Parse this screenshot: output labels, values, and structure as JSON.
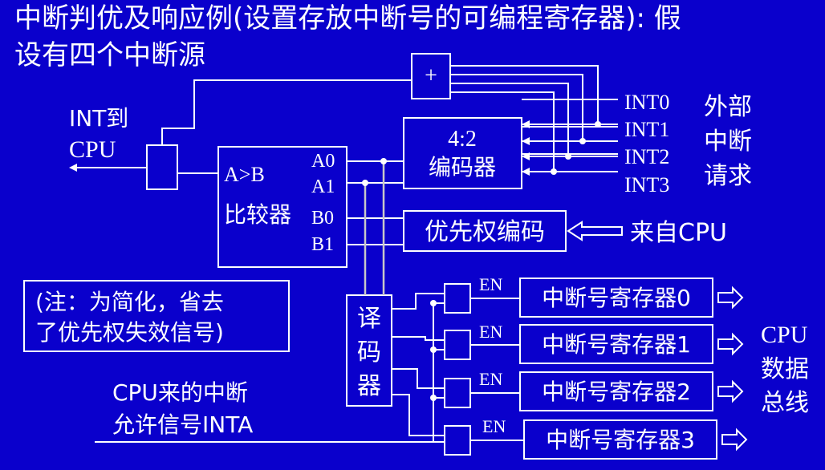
{
  "slide": {
    "title_line1": "中断判优及响应例(设置存放中断号的可编程寄存器): 假",
    "title_line2": "设有四个中断源",
    "background_color": "#0a00cc",
    "foreground_color": "#ffffff"
  },
  "diagram": {
    "or_gate": {
      "symbol": "+"
    },
    "int_to_cpu": {
      "line1": "INT到",
      "line2": "CPU"
    },
    "comparator": {
      "label1": "A>B",
      "label2": "比较器",
      "pin_a0": "A0",
      "pin_a1": "A1",
      "pin_b0": "B0",
      "pin_b1": "B1"
    },
    "encoder": {
      "label1": "4:2",
      "label2": "编码器"
    },
    "interrupt_lines": [
      "INT0",
      "INT1",
      "INT2",
      "INT3"
    ],
    "external_request": [
      "外部",
      "中断",
      "请求"
    ],
    "priority_encoder": {
      "label": "优先权编码",
      "source": "来自CPU"
    },
    "note": {
      "line1": "(注：为简化，省去",
      "line2": "了优先权失效信号)"
    },
    "decoder": [
      "译",
      "码",
      "器"
    ],
    "inta": {
      "line1": "CPU来的中断",
      "line2": "允许信号INTA"
    },
    "enable_label": "EN",
    "registers": [
      "中断号寄存器0",
      "中断号寄存器1",
      "中断号寄存器2",
      "中断号寄存器3"
    ],
    "cpu_bus": [
      "CPU",
      "数据",
      "总线"
    ]
  }
}
